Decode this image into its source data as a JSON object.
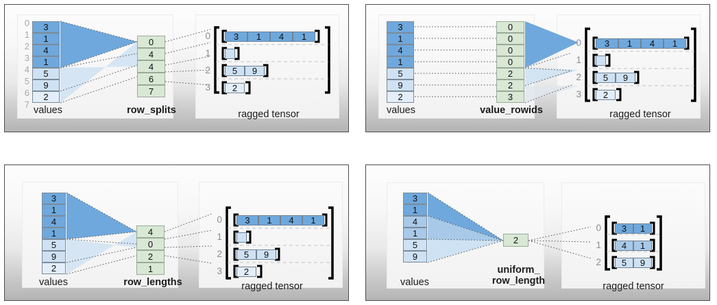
{
  "colors": {
    "dark_blue": "#6fa8dc",
    "mid_blue": "#a8c9e8",
    "light_blue": "#cfe2f3",
    "lighter_blue": "#e3eefa",
    "green": "#d9e8d4",
    "fan_dark": "#6fa8dc",
    "fan_light": "#cfe2f3",
    "bracket": "#000000",
    "index_gray": "#a8a8a8",
    "panel_border": "#4d4d4d"
  },
  "panels": [
    {
      "id": "row-splits",
      "values_label": "values",
      "encoding_label": "row_splits",
      "tensor_label": "ragged tensor",
      "show_value_indices": true,
      "value_indices": [
        "0",
        "1",
        "2",
        "3",
        "4",
        "5",
        "6",
        "7"
      ],
      "values": [
        "3",
        "1",
        "4",
        "1",
        "5",
        "9",
        "2"
      ],
      "value_shades": [
        "dark",
        "dark",
        "dark",
        "dark",
        "light",
        "light",
        "light"
      ],
      "encoding": [
        "0",
        "4",
        "4",
        "6",
        "7"
      ],
      "tensor_row_indices": [
        "0",
        "1",
        "2",
        "3"
      ],
      "tensor_rows": [
        {
          "cells": [
            "3",
            "1",
            "4",
            "1"
          ],
          "shade": "dark"
        },
        {
          "cells": [],
          "shade": "light"
        },
        {
          "cells": [
            "5",
            "9"
          ],
          "shade": "light"
        },
        {
          "cells": [
            "2"
          ],
          "shade": "light"
        }
      ]
    },
    {
      "id": "value-rowids",
      "values_label": "values",
      "encoding_label": "value_rowids",
      "tensor_label": "ragged tensor",
      "show_value_indices": false,
      "value_indices": [],
      "values": [
        "3",
        "1",
        "4",
        "1",
        "5",
        "9",
        "2"
      ],
      "value_shades": [
        "dark",
        "dark",
        "dark",
        "dark",
        "light",
        "light",
        "light"
      ],
      "encoding": [
        "0",
        "0",
        "0",
        "0",
        "2",
        "2",
        "3"
      ],
      "tensor_row_indices": [
        "0",
        "1",
        "2",
        "3"
      ],
      "tensor_rows": [
        {
          "cells": [
            "3",
            "1",
            "4",
            "1"
          ],
          "shade": "dark"
        },
        {
          "cells": [],
          "shade": "light"
        },
        {
          "cells": [
            "5",
            "9"
          ],
          "shade": "light"
        },
        {
          "cells": [
            "2"
          ],
          "shade": "light"
        }
      ]
    },
    {
      "id": "row-lengths",
      "values_label": "values",
      "encoding_label": "row_lengths",
      "tensor_label": "ragged tensor",
      "show_value_indices": false,
      "value_indices": [],
      "values": [
        "3",
        "1",
        "4",
        "1",
        "5",
        "9",
        "2"
      ],
      "value_shades": [
        "dark",
        "dark",
        "dark",
        "dark",
        "light",
        "light",
        "light"
      ],
      "encoding": [
        "4",
        "0",
        "2",
        "1"
      ],
      "tensor_row_indices": [
        "0",
        "1",
        "2",
        "3"
      ],
      "tensor_rows": [
        {
          "cells": [
            "3",
            "1",
            "4",
            "1"
          ],
          "shade": "dark"
        },
        {
          "cells": [],
          "shade": "light"
        },
        {
          "cells": [
            "5",
            "9"
          ],
          "shade": "light"
        },
        {
          "cells": [
            "2"
          ],
          "shade": "light"
        }
      ]
    },
    {
      "id": "uniform-row-length",
      "values_label": "values",
      "encoding_label": "uniform_\nrow_length",
      "tensor_label": "ragged tensor",
      "show_value_indices": false,
      "value_indices": [],
      "values": [
        "3",
        "1",
        "4",
        "1",
        "5",
        "9"
      ],
      "value_shades": [
        "dark",
        "dark",
        "mid",
        "mid",
        "light",
        "light"
      ],
      "encoding": [
        "2"
      ],
      "tensor_row_indices": [
        "0",
        "1",
        "2"
      ],
      "tensor_rows": [
        {
          "cells": [
            "3",
            "1"
          ],
          "shade": "dark"
        },
        {
          "cells": [
            "4",
            "1"
          ],
          "shade": "mid"
        },
        {
          "cells": [
            "5",
            "9"
          ],
          "shade": "light"
        }
      ]
    }
  ]
}
